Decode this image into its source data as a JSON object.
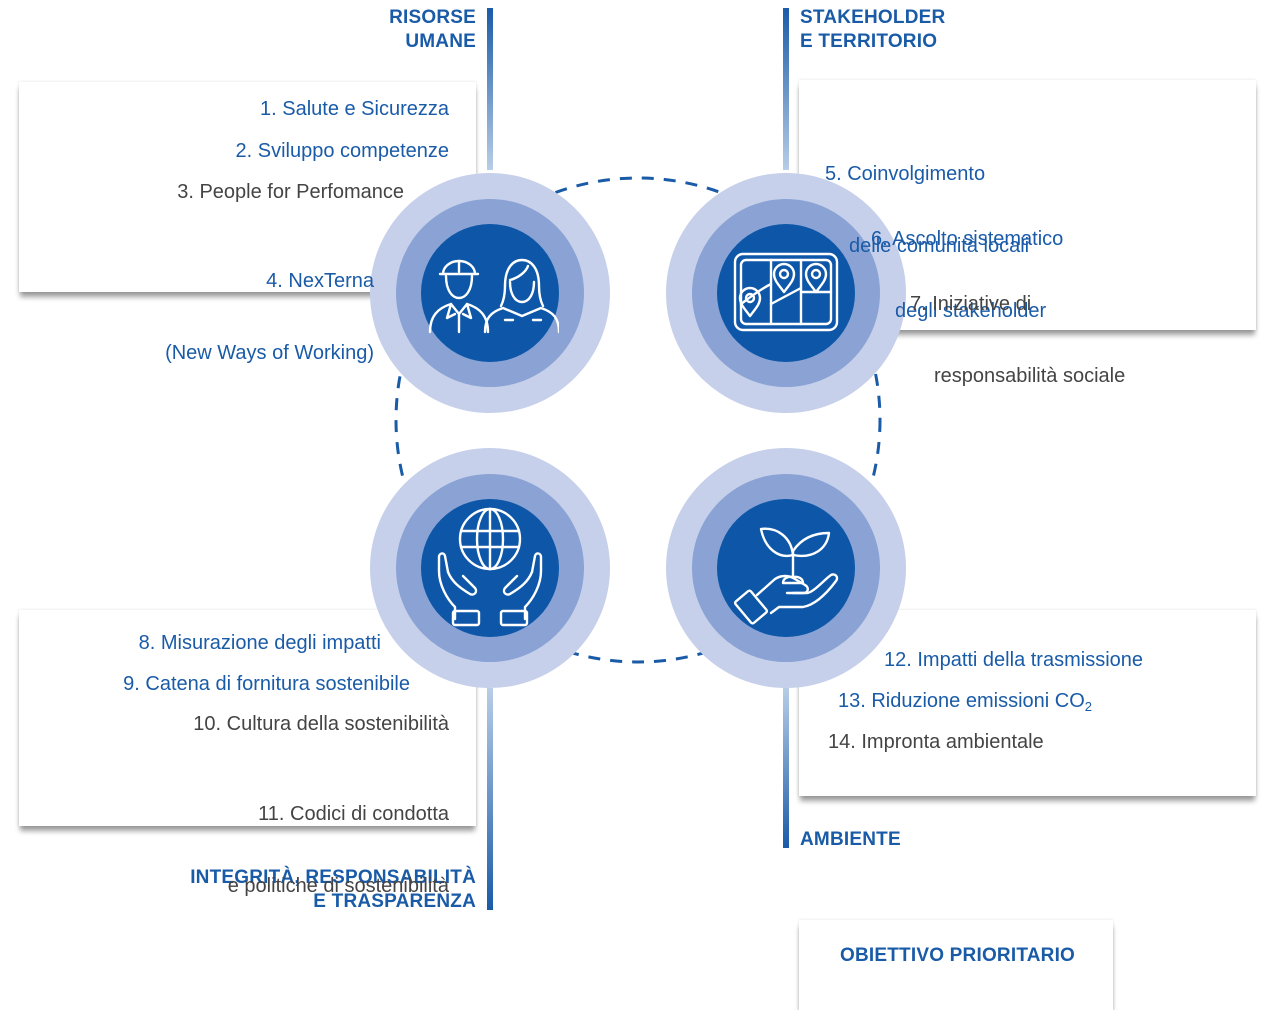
{
  "colors": {
    "accent": "#1a5ba8",
    "text": "#444444",
    "ring_outer": "#c6d0ea",
    "ring_mid": "#8aa3d4",
    "ring_inner": "#0e57a8"
  },
  "areas": {
    "risorse_umane": {
      "label_line1": "RISORSE",
      "label_line2": "UMANE",
      "icon": "workers-icon",
      "items": [
        {
          "text": "1. Salute e Sicurezza",
          "highlight": true
        },
        {
          "text": "2. Sviluppo competenze",
          "highlight": true
        },
        {
          "text": "3. People for Perfomance",
          "highlight": false
        },
        {
          "line1": "4. NexTerna",
          "line2": "(New Ways of Working)",
          "highlight": true
        }
      ]
    },
    "stakeholder_territorio": {
      "label_line1": "STAKEHOLDER",
      "label_line2": "E TERRITORIO",
      "icon": "map-pins-icon",
      "items": [
        {
          "line1": "5. Coinvolgimento",
          "line2": "delle comunità locali",
          "highlight": true
        },
        {
          "line1": "6. Ascolto sistematico",
          "line2": "degli stakeholder",
          "highlight": true
        },
        {
          "line1": "7. Iniziative di",
          "line2": "responsabilità sociale",
          "highlight": false
        }
      ]
    },
    "integrita": {
      "label_line1": "INTEGRITÀ, RESPONSABILITÀ",
      "label_line2": "E TRASPARENZA",
      "icon": "globe-hands-icon",
      "items": [
        {
          "text": "8. Misurazione degli impatti",
          "highlight": true
        },
        {
          "text": "9. Catena di fornitura sostenibile",
          "highlight": true
        },
        {
          "text": "10. Cultura della sostenibilità",
          "highlight": false
        },
        {
          "line1": "11. Codici di condotta",
          "line2": "e politiche di sostenibilità",
          "highlight": false
        }
      ]
    },
    "ambiente": {
      "label": "AMBIENTE",
      "icon": "plant-hand-icon",
      "items": [
        {
          "text": "12. Impatti della trasmissione",
          "highlight": true
        },
        {
          "text": "13. Riduzione emissioni CO",
          "sub": "2",
          "highlight": true
        },
        {
          "text": "14. Impronta ambientale",
          "highlight": false
        }
      ]
    }
  },
  "legend": {
    "label": "OBIETTIVO PRIORITARIO"
  }
}
